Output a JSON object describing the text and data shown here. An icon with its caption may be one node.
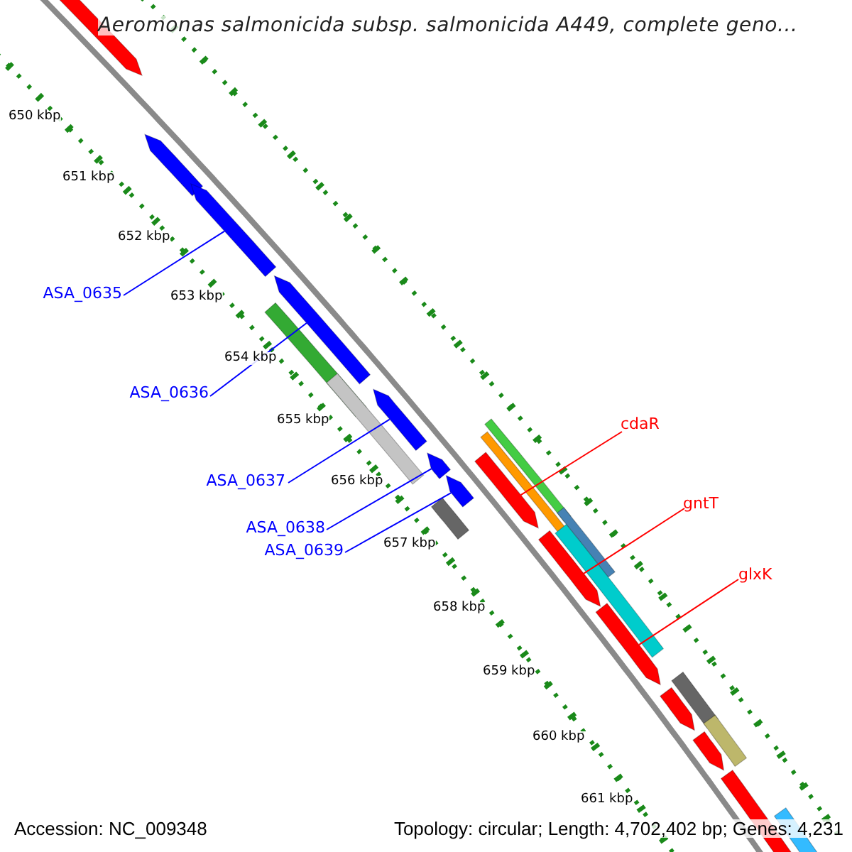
{
  "diagram": {
    "title": "Aeromonas salmonicida subsp. salmonicida A449, complete geno...",
    "nodes": [
      {
        "text": [
          "ASA_0635"
        ]
      },
      {
        "text": [
          "ASA_0636"
        ]
      },
      {
        "text": [
          "cdaR"
        ]
      },
      {
        "text": [
          "ASA_0637"
        ]
      },
      {
        "text": [
          "gntT"
        ]
      },
      {
        "text": [
          "ASA_0638"
        ]
      },
      {
        "text": [
          "ASA_0639"
        ]
      },
      {
        "text": [
          "glxK"
        ]
      },
      {
        "text": [],
        "shape": "arrow"
      },
      {
        "text": [],
        "shape": "arrow"
      },
      {
        "text": [],
        "shape": "arrow"
      },
      {
        "text": [],
        "shape": "arrow"
      },
      {
        "text": [],
        "shape": "bar"
      },
      {
        "text": [],
        "shape": "bar"
      },
      {
        "text": [],
        "shape": "arrow"
      },
      {
        "text": [],
        "shape": "arrow"
      },
      {
        "text": [],
        "shape": "bar"
      },
      {
        "text": [],
        "shape": "bar"
      },
      {
        "text": [],
        "shape": "arrow"
      },
      {
        "text": [],
        "shape": "arrow"
      },
      {
        "text": [],
        "shape": "bar"
      },
      {
        "text": [],
        "shape": "bar"
      },
      {
        "text": [],
        "shape": "arrow"
      },
      {
        "text": [],
        "shape": "bar"
      },
      {
        "text": [],
        "shape": "arrow"
      },
      {
        "text": [],
        "shape": "bar"
      },
      {
        "text": [],
        "shape": "arrow"
      },
      {
        "text": [],
        "shape": "bar"
      },
      {
        "text": [],
        "shape": "arrow"
      },
      {
        "text": [],
        "shape": "arrow"
      },
      {
        "text": [],
        "shape": "bar"
      }
    ],
    "edges": [
      {
        "from": 0,
        "to": 10,
        "arrow": "none"
      },
      {
        "from": 1,
        "to": 11,
        "arrow": "none"
      },
      {
        "from": 2,
        "to": 19,
        "arrow": "none",
        "color": "#ff0000"
      },
      {
        "from": 3,
        "to": 14,
        "arrow": "none"
      },
      {
        "from": 4,
        "to": 22,
        "arrow": "none",
        "color": "#ff0000"
      },
      {
        "from": 5,
        "to": 15,
        "arrow": "none"
      },
      {
        "from": 6,
        "to": 18,
        "arrow": "none"
      },
      {
        "from": 7,
        "to": 24,
        "arrow": "none",
        "color": "#ff0000"
      }
    ],
    "labels": [
      "650 kbp",
      "651 kbp",
      "652 kbp",
      "653 kbp",
      "654 kbp",
      "655 kbp",
      "656 kbp",
      "657 kbp",
      "658 kbp",
      "659 kbp",
      "660 kbp",
      "661 kbp",
      "Accession: NC_009348",
      "Topology: circular; Length: 4,702,402 bp; Genes: 4,231"
    ]
  }
}
